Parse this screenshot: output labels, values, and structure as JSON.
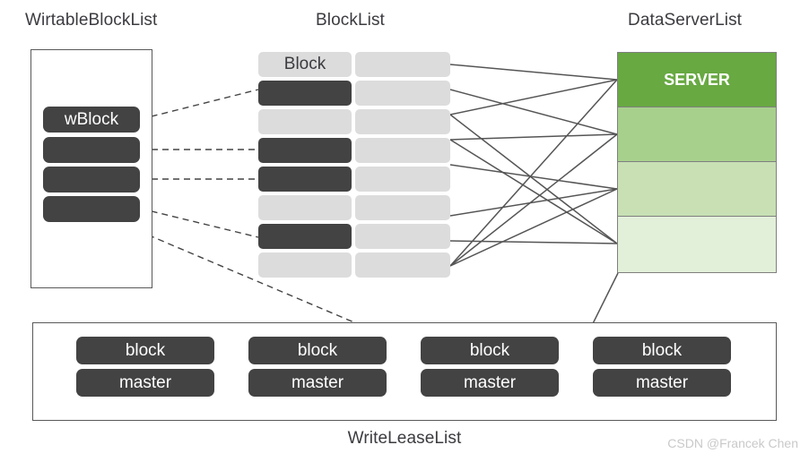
{
  "diagram": {
    "titles": {
      "writable_block_list": "WirtableBlockList",
      "block_list": "BlockList",
      "data_server_list": "DataServerList",
      "write_lease_list": "WriteLeaseList"
    },
    "writable_block_list": {
      "items": [
        {
          "label": "wBlock",
          "fill": "dark"
        },
        {
          "label": "",
          "fill": "dark"
        },
        {
          "label": "",
          "fill": "dark"
        },
        {
          "label": "",
          "fill": "dark"
        }
      ]
    },
    "block_list": {
      "rows": [
        {
          "left_label": "Block",
          "left_fill": "light",
          "right_label": "",
          "right_fill": "light"
        },
        {
          "left_label": "",
          "left_fill": "dark",
          "right_label": "",
          "right_fill": "light"
        },
        {
          "left_label": "",
          "left_fill": "light",
          "right_label": "",
          "right_fill": "light"
        },
        {
          "left_label": "",
          "left_fill": "dark",
          "right_label": "",
          "right_fill": "light"
        },
        {
          "left_label": "",
          "left_fill": "dark",
          "right_label": "",
          "right_fill": "light"
        },
        {
          "left_label": "",
          "left_fill": "light",
          "right_label": "",
          "right_fill": "light"
        },
        {
          "left_label": "",
          "left_fill": "dark",
          "right_label": "",
          "right_fill": "light"
        },
        {
          "left_label": "",
          "left_fill": "light",
          "right_label": "",
          "right_fill": "light"
        }
      ]
    },
    "data_server_list": {
      "rows": [
        {
          "label": "SERVER",
          "color": "#68a942"
        },
        {
          "label": "",
          "color": "#a8d08d"
        },
        {
          "label": "",
          "color": "#c8e0b4"
        },
        {
          "label": "",
          "color": "#e2efd9"
        }
      ]
    },
    "write_lease_list": {
      "groups": [
        {
          "block_label": "block",
          "master_label": "master"
        },
        {
          "block_label": "block",
          "master_label": "master"
        },
        {
          "block_label": "block",
          "master_label": "master"
        },
        {
          "block_label": "block",
          "master_label": "master"
        }
      ]
    },
    "watermark": "CSDN @Francek Chen",
    "colors": {
      "dark_block": "#434343",
      "light_block": "#dcdcdc",
      "frame_border": "#595959",
      "title_text": "#3b3b40",
      "connector_solid": "#555555",
      "connector_dashed": "#444444"
    }
  }
}
